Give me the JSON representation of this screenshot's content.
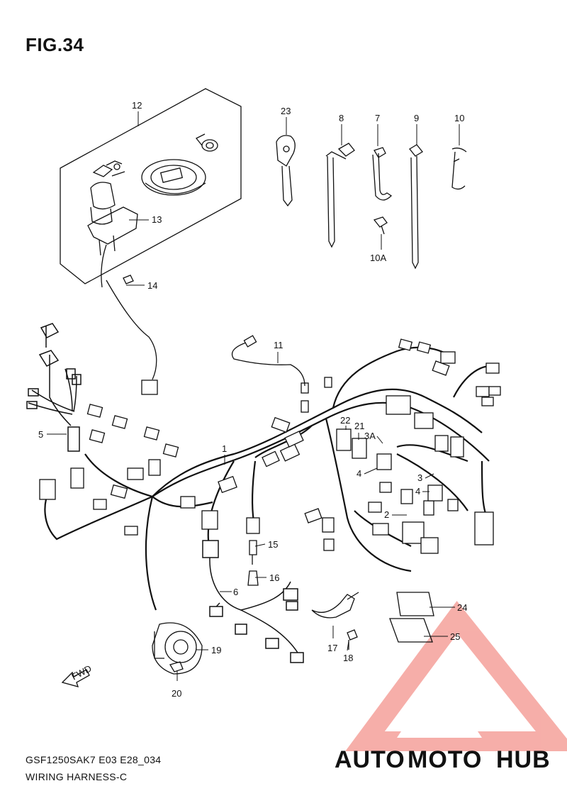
{
  "figure": {
    "title": "FIG.34"
  },
  "footer": {
    "model_code": "GSF1250SAK7 E03 E28_034",
    "section_name": "WIRING HARNESS-C"
  },
  "fwd_label": "FWD",
  "callouts": [
    {
      "id": "12",
      "label": "12"
    },
    {
      "id": "13",
      "label": "13"
    },
    {
      "id": "14",
      "label": "14"
    },
    {
      "id": "23",
      "label": "23"
    },
    {
      "id": "8",
      "label": "8"
    },
    {
      "id": "7",
      "label": "7"
    },
    {
      "id": "9",
      "label": "9"
    },
    {
      "id": "10",
      "label": "10"
    },
    {
      "id": "10A",
      "label": "10A"
    },
    {
      "id": "11",
      "label": "11"
    },
    {
      "id": "5",
      "label": "5"
    },
    {
      "id": "1",
      "label": "1"
    },
    {
      "id": "22",
      "label": "22"
    },
    {
      "id": "21",
      "label": "21"
    },
    {
      "id": "3A",
      "label": "3A"
    },
    {
      "id": "4a",
      "label": "4"
    },
    {
      "id": "3",
      "label": "3"
    },
    {
      "id": "4b",
      "label": "4"
    },
    {
      "id": "2",
      "label": "2"
    },
    {
      "id": "15",
      "label": "15"
    },
    {
      "id": "16",
      "label": "16"
    },
    {
      "id": "6",
      "label": "6"
    },
    {
      "id": "17",
      "label": "17"
    },
    {
      "id": "18",
      "label": "18"
    },
    {
      "id": "19",
      "label": "19"
    },
    {
      "id": "20",
      "label": "20"
    },
    {
      "id": "24",
      "label": "24"
    },
    {
      "id": "25",
      "label": "25"
    }
  ],
  "watermark": {
    "part1": "AUTO",
    "part2": "MOTO",
    "part3": "HUB",
    "color1": "#f6c48a",
    "color2": "#f08a80",
    "color3": "#b9b9b9"
  }
}
